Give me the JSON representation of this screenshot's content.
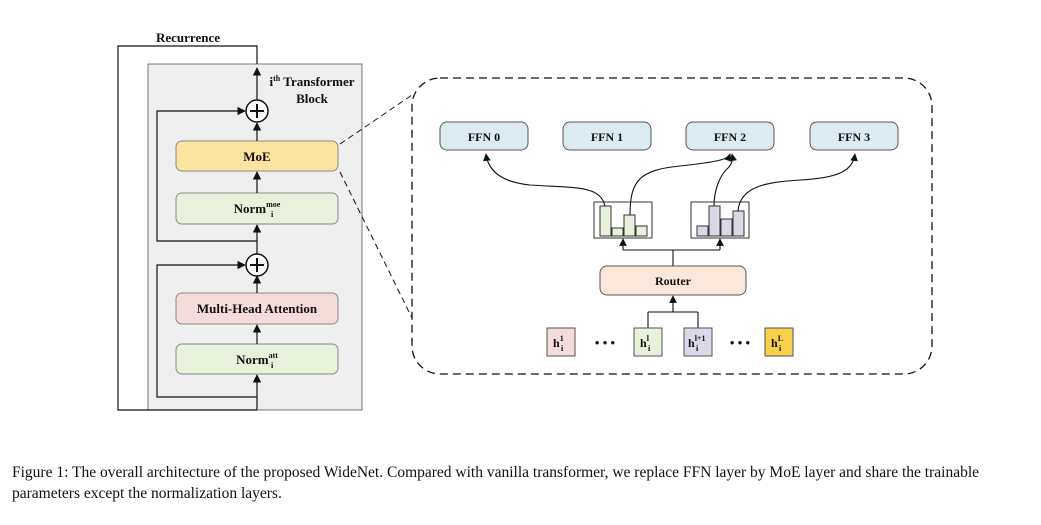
{
  "recurrence_label": "Recurrence",
  "block_label": {
    "prefix": "i",
    "sup": "th",
    "line1_rest": " Transformer",
    "line2": "Block"
  },
  "blocks": {
    "moe": {
      "label": "MoE",
      "color": "#fde3a0"
    },
    "norm_moe": {
      "base": "Norm",
      "sub": "i",
      "sup": "moe",
      "color": "#e8f1dc"
    },
    "mha": {
      "label": "Multi-Head Attention",
      "color": "#f3dcda"
    },
    "norm_att": {
      "base": "Norm",
      "sub": "i",
      "sup": "att",
      "color": "#e8f1dc"
    }
  },
  "ffns": [
    {
      "label": "FFN 0",
      "color": "#dcebf2"
    },
    {
      "label": "FFN 1",
      "color": "#dcebf2"
    },
    {
      "label": "FFN 2",
      "color": "#dcebf2"
    },
    {
      "label": "FFN 3",
      "color": "#dcebf2"
    }
  ],
  "router": {
    "label": "Router",
    "color": "#fbe7dc"
  },
  "tokens": [
    {
      "base": "h",
      "sub": "i",
      "sup": "1",
      "color": "#f3dcda"
    },
    {
      "base": "h",
      "sub": "i",
      "sup": "l",
      "color": "#e8f1dc"
    },
    {
      "base": "h",
      "sub": "i",
      "sup": "l+1",
      "color": "#dcd8e8"
    },
    {
      "base": "h",
      "sub": "i",
      "sup": "L",
      "color": "#f7cf4a"
    }
  ],
  "ellipsis": "• • •",
  "caption": "Figure 1: The overall architecture of the proposed WideNet. Compared with vanilla transformer, we replace FFN layer by MoE layer and share the trainable parameters except the normalization layers."
}
